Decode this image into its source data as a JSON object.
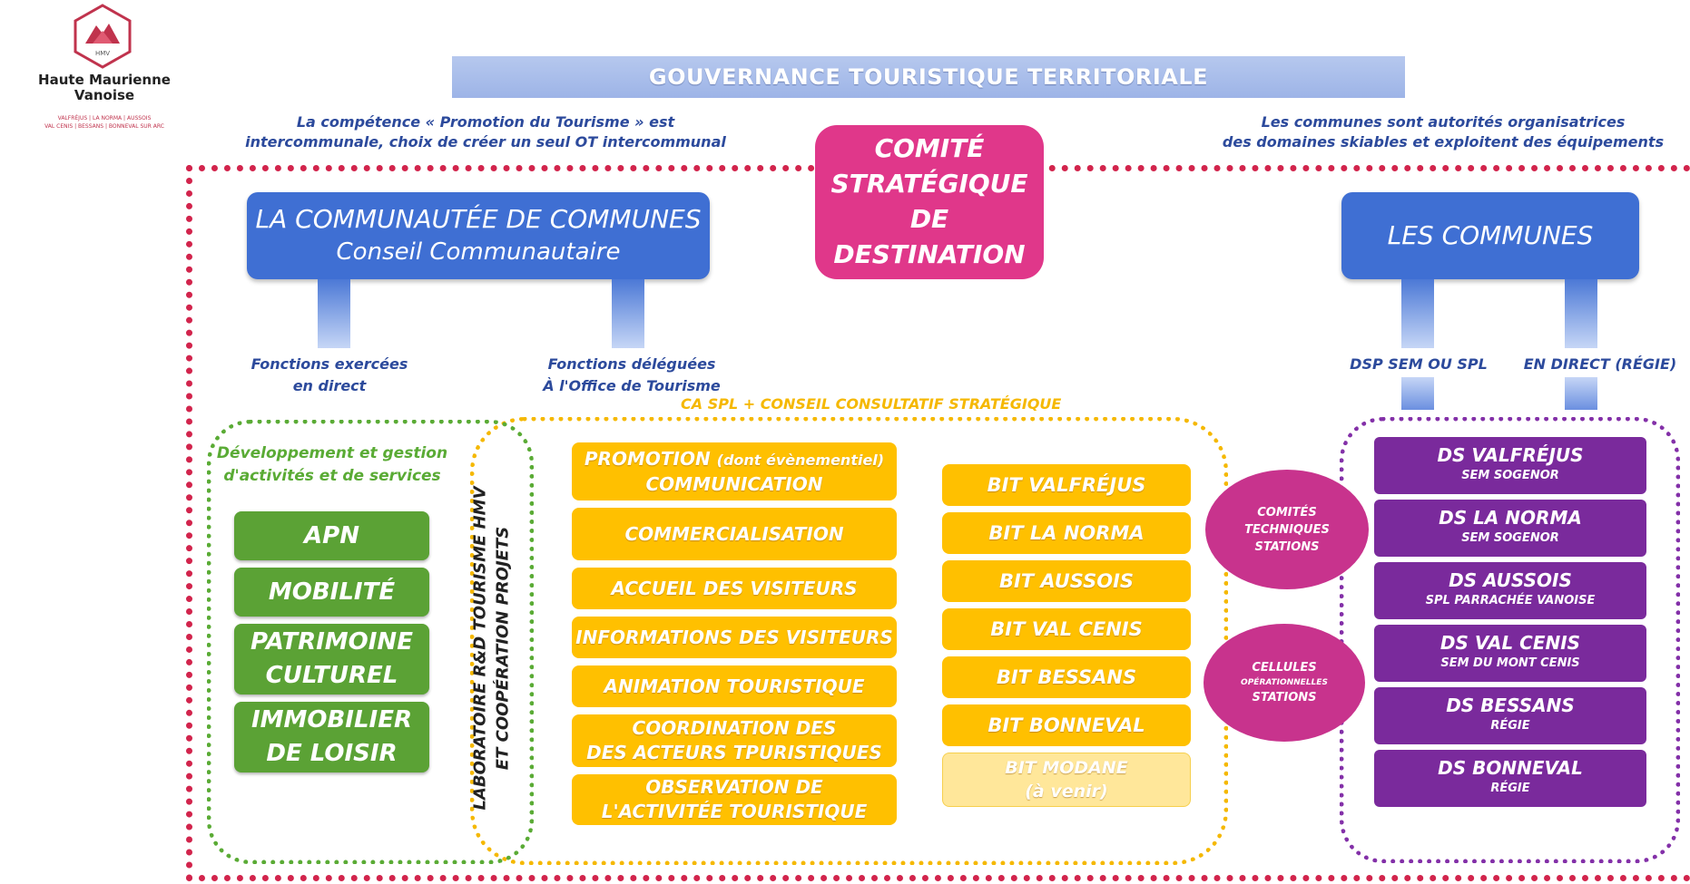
{
  "logo": {
    "mark": "HMV",
    "name_line1": "Haute Maurienne",
    "name_line2": "Vanoise",
    "towns_line1": "VALFRÉJUS  |  LA NORMA  |  AUSSOIS",
    "towns_line2": "VAL CENIS  |  BESSANS  |  BONNEVAL SUR ARC"
  },
  "banner": "GOUVERNANCE TOURISTIQUE TERRITORIALE",
  "notes": {
    "left_line1": "La compétence « Promotion du Tourisme » est",
    "left_line2": "intercommunale, choix de créer un seul OT intercommunal",
    "right_line1": "Les communes sont autorités organisatrices",
    "right_line2": "des domaines skiables et exploitent des équipements"
  },
  "comite": [
    "COMITÉ",
    "STRATÉGIQUE",
    "DE",
    "DESTINATION"
  ],
  "communaute": {
    "line1": "LA COMMUNAUTÉE DE COMMUNES",
    "line2": "Conseil Communautaire"
  },
  "communes": "LES COMMUNES",
  "branch_labels": {
    "direct_line1": "Fonctions exercées",
    "direct_line2": "en direct",
    "delegated_line1": "Fonctions déléguées",
    "delegated_line2": "À l'Office de Tourisme",
    "dsp": "DSP SEM OU SPL",
    "regie": "EN DIRECT (RÉGIE)"
  },
  "ca_label": "CA SPL + CONSEIL CONSULTATIF STRATÉGIQUE",
  "green": {
    "heading_line1": "Développement et gestion",
    "heading_line2": "d'activités et de services",
    "items": [
      {
        "line1": "APN",
        "line2": ""
      },
      {
        "line1": "MOBILITÉ",
        "line2": ""
      },
      {
        "line1": "PATRIMOINE",
        "line2": "CULTUREL"
      },
      {
        "line1": "IMMOBILIER",
        "line2": "DE LOISIR"
      }
    ]
  },
  "laboratoire": {
    "line1": "LABORATOIRE R&D TOURISME HMV",
    "line2": "ET COOPÉRATION PROJETS"
  },
  "functions": {
    "promotion": "PROMOTION",
    "promotion_note": "(dont évènementiel)",
    "communication": "COMMUNICATION",
    "commercialisation": "COMMERCIALISATION",
    "accueil": "ACCUEIL DES VISITEURS",
    "informations": "INFORMATIONS DES VISITEURS",
    "animation": "ANIMATION TOURISTIQUE",
    "coordination_line1": "COORDINATION DES",
    "coordination_line2": "DES ACTEURS TPURISTIQUES",
    "observation_line1": "OBSERVATION DE",
    "observation_line2": "L'ACTIVITÉE TOURISTIQUE"
  },
  "bits": [
    "BIT VALFRÉJUS",
    "BIT LA NORMA",
    "BIT AUSSOIS",
    "BIT VAL CENIS",
    "BIT BESSANS",
    "BIT BONNEVAL"
  ],
  "bit_modane": {
    "line1": "BIT MODANE",
    "line2": "(à venir)"
  },
  "comites_techniques": [
    "COMITÉS",
    "TECHNIQUES",
    "STATIONS"
  ],
  "cellules": {
    "line1": "CELLULES",
    "line2": "OPÉRATIONNELLES",
    "line3": "STATIONS"
  },
  "ds": [
    {
      "name": "DS VALFRÉJUS",
      "sub": "SEM SOGENOR"
    },
    {
      "name": "DS LA NORMA",
      "sub": "SEM SOGENOR"
    },
    {
      "name": "DS AUSSOIS",
      "sub": "SPL PARRACHÉE VANOISE"
    },
    {
      "name": "DS VAL CENIS",
      "sub": "SEM DU MONT CENIS"
    },
    {
      "name": "DS BESSANS",
      "sub": "RÉGIE"
    },
    {
      "name": "DS BONNEVAL",
      "sub": "RÉGIE"
    }
  ],
  "colors": {
    "banner": "#a8bdea",
    "blue": "#3f6fd3",
    "pink": "#e0378a",
    "green": "#5ba235",
    "yellow": "#ffc000",
    "magenta": "#c8338d",
    "purple": "#7a2a9c",
    "red_dots": "#d2244c"
  }
}
